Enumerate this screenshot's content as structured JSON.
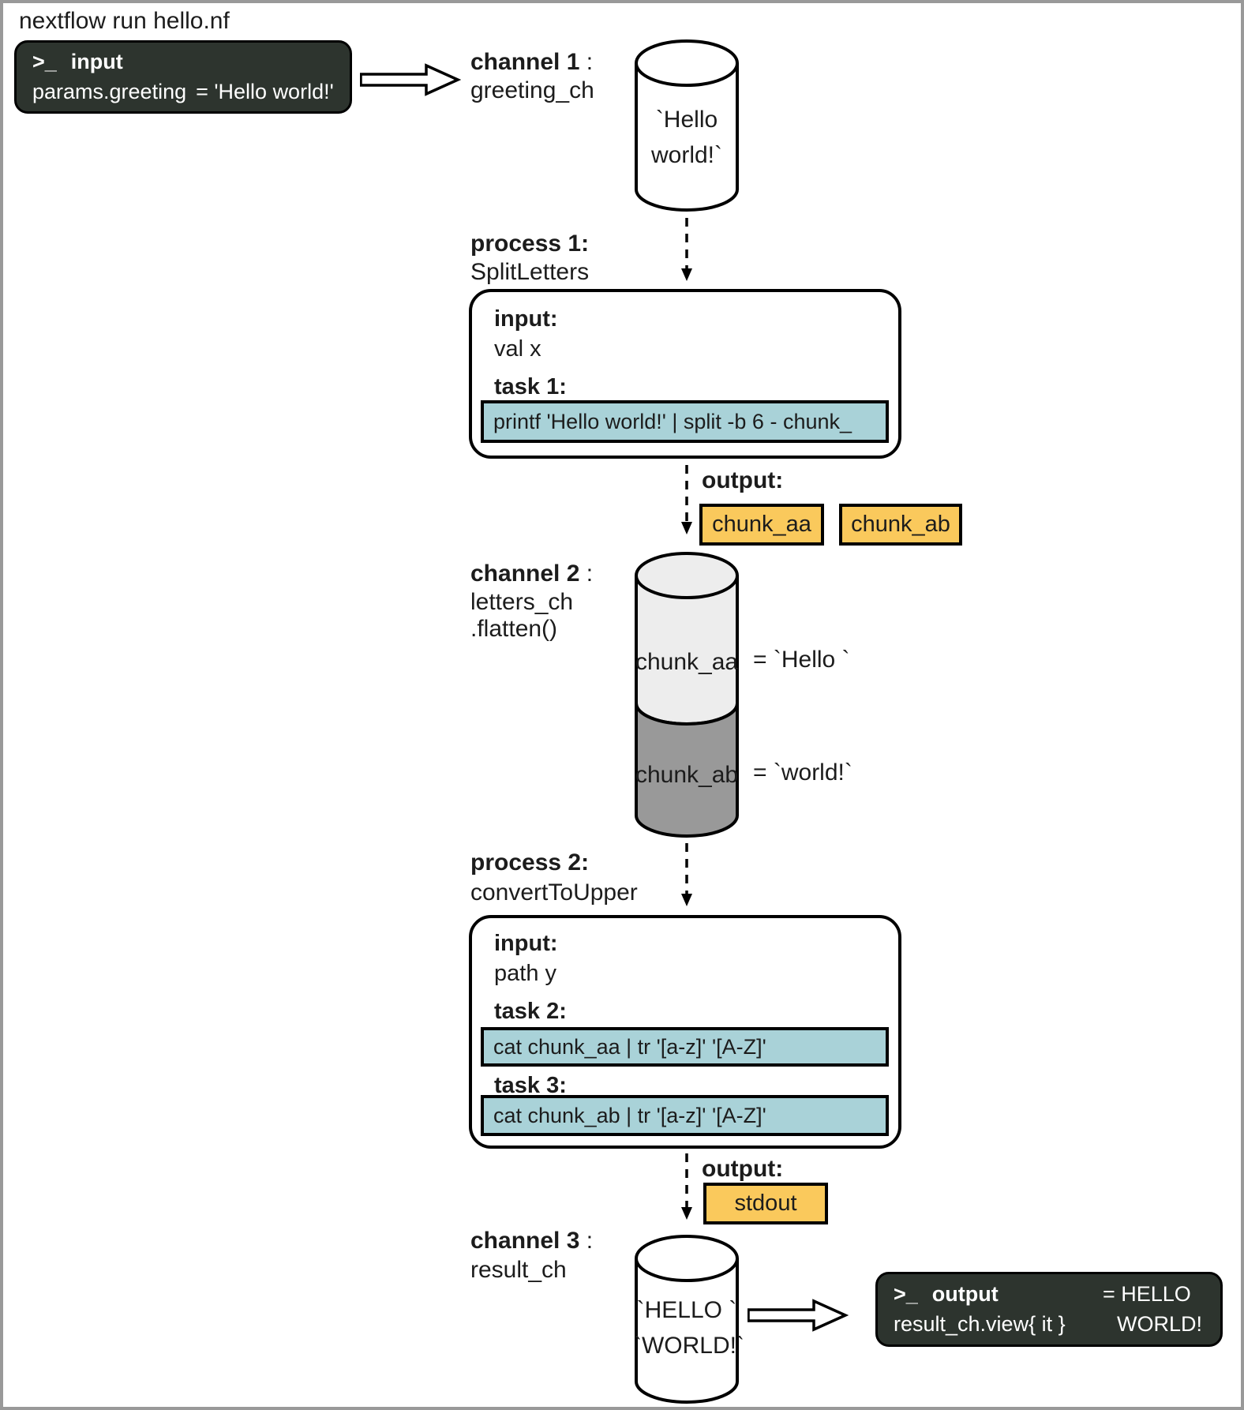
{
  "title": "nextflow run hello.nf",
  "colors": {
    "terminal_bg": "#2d342e",
    "task_bg": "#a9d2d8",
    "output_bg": "#fac95c",
    "cylinder_light": "#ededed",
    "cylinder_dark": "#999999",
    "frame": "#999999"
  },
  "input_terminal": {
    "prompt": ">_",
    "label": "input",
    "code": "params.greeting",
    "assignment": "= 'Hello world!'"
  },
  "channel1": {
    "label": "channel 1",
    "colon": ":",
    "name": "greeting_ch",
    "line1": "`Hello",
    "line2": "world!`"
  },
  "process1": {
    "label": "process 1:",
    "name": "SplitLetters",
    "input_label": "input:",
    "input_value": "val x",
    "task_label": "task 1:",
    "task_command": "printf 'Hello world!' | split -b 6 - chunk_"
  },
  "output1": {
    "label": "output:",
    "chunk_aa": "chunk_aa",
    "chunk_ab": "chunk_ab"
  },
  "channel2": {
    "label": "channel 2",
    "colon": ":",
    "name": "letters_ch",
    "operator": ".flatten()",
    "item1_label": "chunk_aa",
    "item1_value": "= `Hello `",
    "item2_label": "chunk_ab",
    "item2_value": "= `world!`"
  },
  "process2": {
    "label": "process 2:",
    "name": "convertToUpper",
    "input_label": "input:",
    "input_value": "path y",
    "task2_label": "task 2:",
    "task2_command": "cat chunk_aa | tr '[a-z]' '[A-Z]'",
    "task3_label": "task 3:",
    "task3_command": "cat chunk_ab | tr '[a-z]' '[A-Z]'"
  },
  "output2": {
    "label": "output:",
    "stdout": "stdout"
  },
  "channel3": {
    "label": "channel 3",
    "colon": ":",
    "name": "result_ch",
    "line1": "`HELLO `",
    "line2": "`WORLD!`"
  },
  "output_terminal": {
    "prompt": ">_",
    "label": "output",
    "code": "result_ch.view{ it }",
    "value_line1": "= HELLO",
    "value_line2": "WORLD!"
  }
}
